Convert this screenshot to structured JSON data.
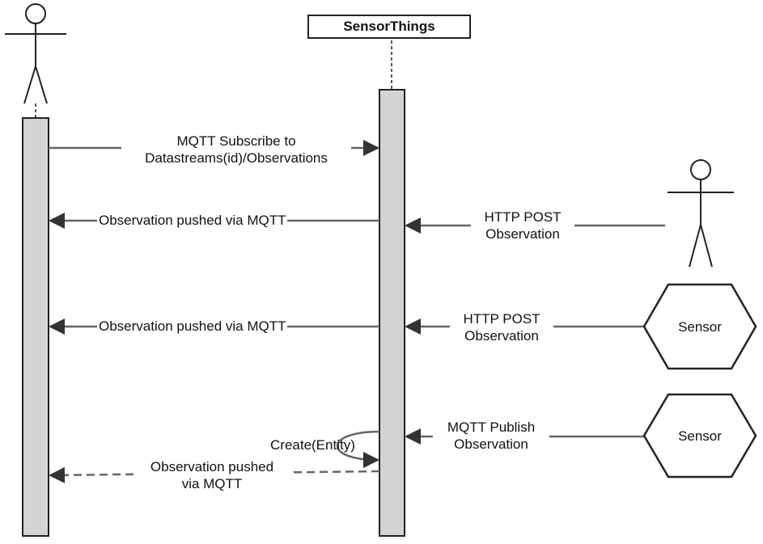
{
  "server": {
    "name": "SensorThings"
  },
  "messages": {
    "subscribe": {
      "line1": "MQTT Subscribe to",
      "line2": "Datastreams(id)/Observations"
    },
    "pushed_1": "Observation pushed via MQTT",
    "pushed_2": "Observation pushed via MQTT",
    "pushed_3": {
      "line1": "Observation pushed",
      "line2": "via MQTT"
    },
    "post_1": {
      "line1": "HTTP POST",
      "line2": "Observation"
    },
    "post_2": {
      "line1": "HTTP POST",
      "line2": "Observation"
    },
    "publish": {
      "line1": "MQTT Publish",
      "line2": "Observation"
    },
    "create": "Create(Entity)"
  },
  "sensors": [
    {
      "label": "Sensor"
    },
    {
      "label": "Sensor"
    }
  ],
  "colors": {
    "lifeline_fill": "#d3d3d3",
    "stroke": "#222222",
    "arrow": "#666666"
  }
}
